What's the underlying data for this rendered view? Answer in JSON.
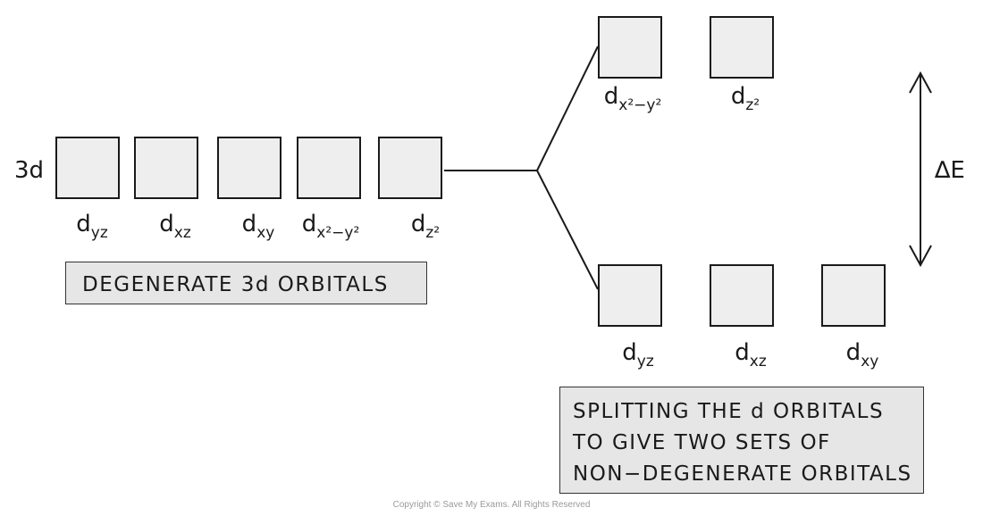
{
  "level_label": "3d",
  "energy_label": "∆E",
  "degenerate_row": [
    {
      "main": "d",
      "sub": "yz",
      "sup": ""
    },
    {
      "main": "d",
      "sub": "xz",
      "sup": ""
    },
    {
      "main": "d",
      "sub": "xy",
      "sup": ""
    },
    {
      "main": "d",
      "sub": "x²−y²",
      "sup": ""
    },
    {
      "main": "d",
      "sub": "z²",
      "sup": ""
    }
  ],
  "upper_row": [
    {
      "main": "d",
      "sub": "x²−y²"
    },
    {
      "main": "d",
      "sub": "z²"
    }
  ],
  "lower_row": [
    {
      "main": "d",
      "sub": "yz"
    },
    {
      "main": "d",
      "sub": "xz"
    },
    {
      "main": "d",
      "sub": "xy"
    }
  ],
  "caption_degenerate": "DEGENERATE  3d  ORBITALS",
  "caption_split": [
    "SPLITTING  THE  d  ORBITALS",
    "TO  GIVE  TWO  SETS  OF",
    "NON−DEGENERATE  ORBITALS"
  ],
  "copyright": "Copyright © Save My Exams. All Rights Reserved"
}
